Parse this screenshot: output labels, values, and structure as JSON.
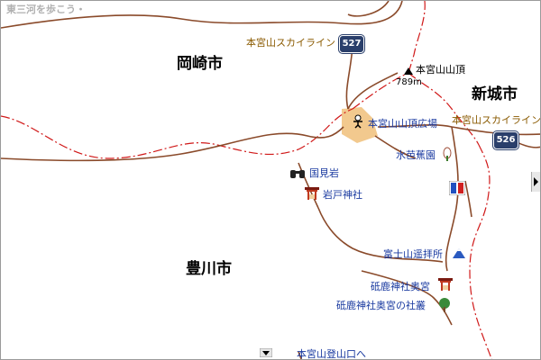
{
  "site_title": "東三河を歩こう・",
  "cities": [
    {
      "id": "okazaki",
      "label": "岡崎市"
    },
    {
      "id": "shinshiro",
      "label": "新城市"
    },
    {
      "id": "toyokawa",
      "label": "豊川市"
    }
  ],
  "roads": {
    "skyline_west": "本宮山スカイライン",
    "skyline_east": "本宮山スカイライン",
    "route_527": "527",
    "route_526": "526",
    "trailhead": "本宮山登山口へ"
  },
  "summit": {
    "label": "本宮山山頂",
    "altitude": "789m"
  },
  "pois": {
    "summit_plaza": "本宮山山頂広場",
    "mizubasho": "水芭蕉園",
    "kokenoiwa": "国見岩",
    "iwato_shrine": "岩戸神社",
    "fuji_yohaisho": "富士山遥拝所",
    "toga_okumiya": "砥鹿神社奥宮",
    "toga_shaso": "砥鹿神社奥宮の社叢"
  },
  "colors": {
    "road": "#8a4a2a",
    "boundary": "#d01818",
    "highway_shield": "#2a3f6b",
    "poi_text": "#1a3aa0",
    "road_label": "#8a5a00",
    "plaza_area": "#f2c98e"
  }
}
